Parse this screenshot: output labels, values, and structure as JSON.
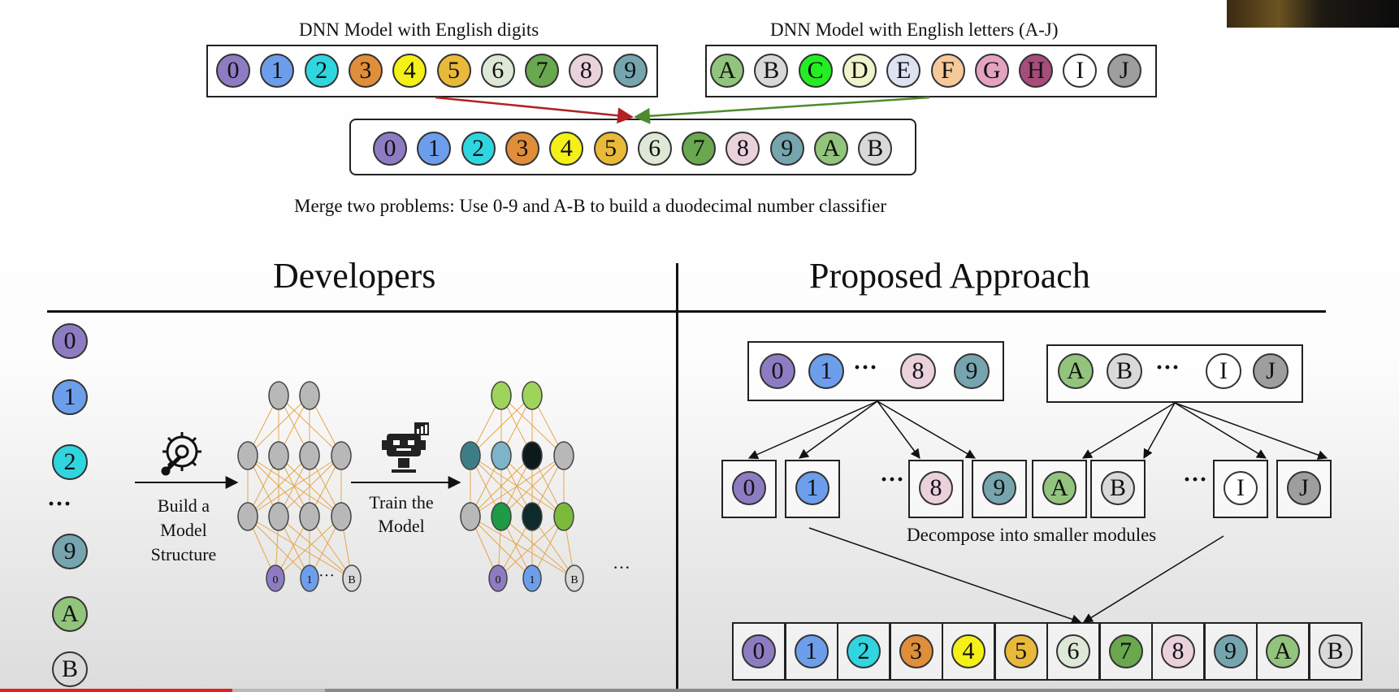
{
  "top": {
    "digits_title": "DNN Model with English digits",
    "letters_title": "DNN Model with English letters (A-J)",
    "digits": [
      {
        "label": "0",
        "color": "#8e7cc3"
      },
      {
        "label": "1",
        "color": "#6d9eeb"
      },
      {
        "label": "2",
        "color": "#2fd6e0"
      },
      {
        "label": "3",
        "color": "#e08e3a"
      },
      {
        "label": "4",
        "color": "#f4f018"
      },
      {
        "label": "5",
        "color": "#e9b93a"
      },
      {
        "label": "6",
        "color": "#dde8d6"
      },
      {
        "label": "7",
        "color": "#6aa84f"
      },
      {
        "label": "8",
        "color": "#ead1dc"
      },
      {
        "label": "9",
        "color": "#76a5af"
      }
    ],
    "letters": [
      {
        "label": "A",
        "color": "#93c47d"
      },
      {
        "label": "B",
        "color": "#d9d9d9"
      },
      {
        "label": "C",
        "color": "#22ee22"
      },
      {
        "label": "D",
        "color": "#f0f4cc"
      },
      {
        "label": "E",
        "color": "#dfe2f3"
      },
      {
        "label": "F",
        "color": "#f6c99a"
      },
      {
        "label": "G",
        "color": "#e4a3c0"
      },
      {
        "label": "H",
        "color": "#a64d79"
      },
      {
        "label": "I",
        "color": "#ffffff"
      },
      {
        "label": "J",
        "color": "#9e9e9e"
      }
    ],
    "merged_count": 12,
    "caption": "Merge two problems: Use 0-9 and A-B to build a duodecimal number classifier",
    "arrow_left_color": "#b22222",
    "arrow_right_color": "#4c8c2b"
  },
  "developers": {
    "title": "Developers",
    "classes": [
      {
        "label": "0",
        "color": "#8e7cc3"
      },
      {
        "label": "1",
        "color": "#6d9eeb"
      },
      {
        "label": "2",
        "color": "#2fd6e0"
      },
      {
        "label": "9",
        "color": "#76a5af"
      },
      {
        "label": "A",
        "color": "#93c47d"
      },
      {
        "label": "B",
        "color": "#d9d9d9"
      }
    ],
    "ellipsis": "···",
    "build_icon": "gear-wrench-icon",
    "build_label": "Build a\nModel\nStructure",
    "train_icon": "robot-chart-icon",
    "train_label": "Train the\nModel",
    "output_ellipsis": "···",
    "far_ellipsis": "···"
  },
  "approach": {
    "title": "Proposed Approach",
    "dots": "···",
    "decompose_label": "Decompose into smaller modules"
  },
  "colors": {
    "node_grey": "#b8b8b8",
    "net_edge": "#e7a64a"
  },
  "video": {
    "progress_fraction": 0.166
  }
}
